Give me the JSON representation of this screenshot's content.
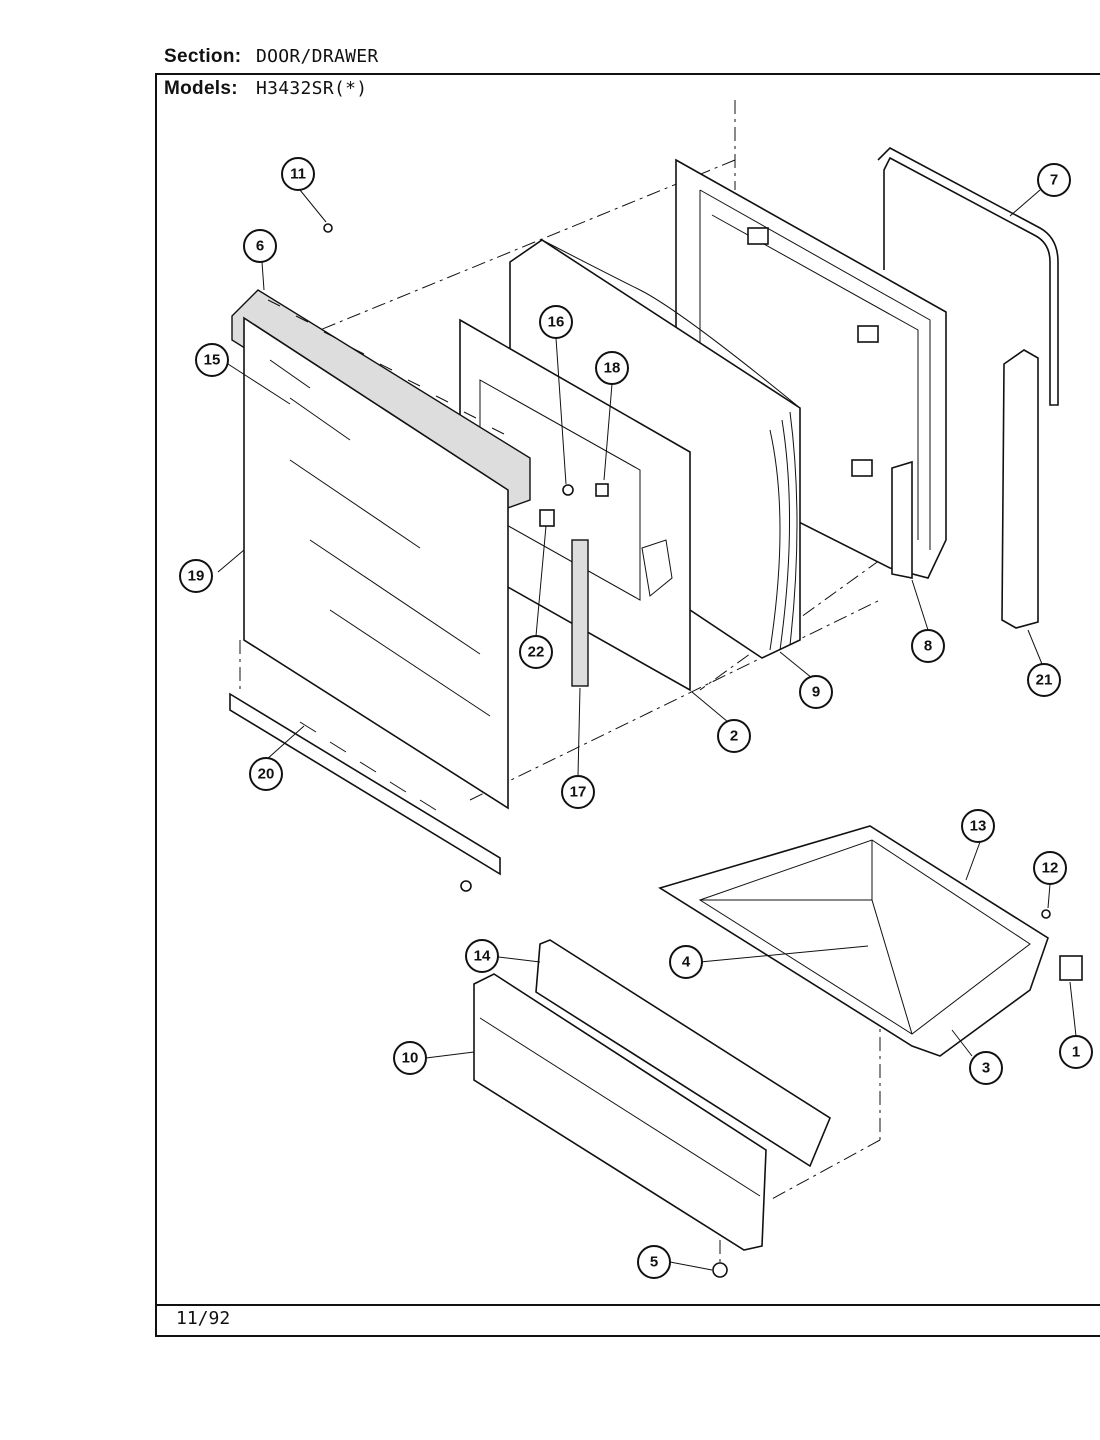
{
  "header": {
    "section_label": "Section:",
    "section_value": "DOOR/DRAWER",
    "models_label": "Models:",
    "models_value": "H3432SR(*)"
  },
  "footer": {
    "date": "11/92"
  },
  "callouts": [
    "1",
    "2",
    "3",
    "4",
    "5",
    "6",
    "7",
    "8",
    "9",
    "10",
    "11",
    "12",
    "13",
    "14",
    "15",
    "16",
    "17",
    "18",
    "19",
    "20",
    "21",
    "22"
  ]
}
